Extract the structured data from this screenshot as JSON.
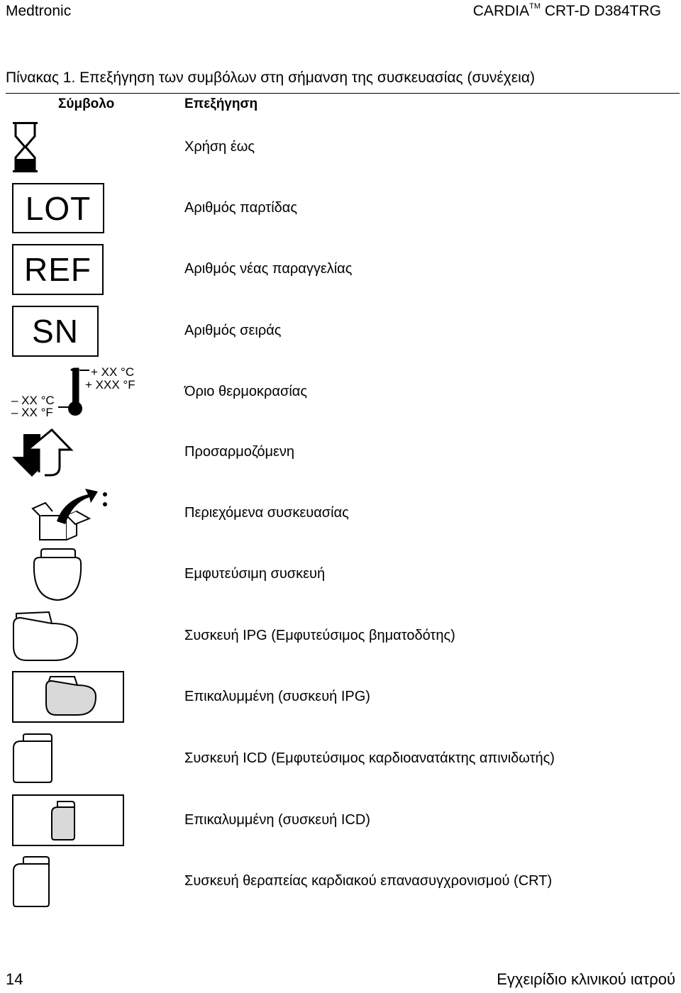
{
  "header": {
    "left": "Medtronic",
    "right_prefix": "CARDIA",
    "right_tm": "TM",
    "right_suffix": " CRT-D D384TRG"
  },
  "table": {
    "title": "Πίνακας 1. Επεξήγηση των συμβόλων στη σήμανση της συσκευασίας (συνέχεια)",
    "col_symbol": "Σύμβολο",
    "col_explanation": "Επεξήγηση",
    "symbol_text": {
      "lot": "LOT",
      "ref": "REF",
      "sn": "SN",
      "temp_high_c": "+ XX °C",
      "temp_high_f": "+ XXX °F",
      "temp_low_c": "– XX °C",
      "temp_low_f": "– XX °F"
    },
    "rows": [
      {
        "icon": "hourglass-icon",
        "text": "Χρήση έως"
      },
      {
        "icon": "lot-icon",
        "text": "Αριθμός παρτίδας"
      },
      {
        "icon": "ref-icon",
        "text": "Αριθμός νέας παραγγελίας"
      },
      {
        "icon": "sn-icon",
        "text": "Αριθμός σειράς"
      },
      {
        "icon": "thermometer-icon",
        "text": "Όριο θερμοκρασίας"
      },
      {
        "icon": "adapter-arrows-icon",
        "text": "Προσαρμοζόμενη"
      },
      {
        "icon": "open-box-icon",
        "text": "Περιεχόμενα συσκευασίας"
      },
      {
        "icon": "implantable-device-icon",
        "text": "Εμφυτεύσιμη συσκευή"
      },
      {
        "icon": "ipg-icon",
        "text": "Συσκευή IPG (Εμφυτεύσιμος βηματοδότης)"
      },
      {
        "icon": "coated-ipg-icon",
        "text": "Επικαλυμμένη (συσκευή IPG)"
      },
      {
        "icon": "icd-icon",
        "text": "Συσκευή ICD (Εμφυτεύσιμος καρδιοανατάκτης απινιδωτής)"
      },
      {
        "icon": "coated-icd-icon",
        "text": "Επικαλυμμένη (συσκευή ICD)"
      },
      {
        "icon": "crt-icon",
        "text": "Συσκευή θεραπείας καρδιακού επανασυγχρονισμού (CRT)"
      }
    ]
  },
  "footer": {
    "page_number": "14",
    "manual_title": "Εγχειρίδιο κλινικού ιατρού"
  },
  "colors": {
    "text": "#000000",
    "fill_gray": "#d9d9d9"
  }
}
